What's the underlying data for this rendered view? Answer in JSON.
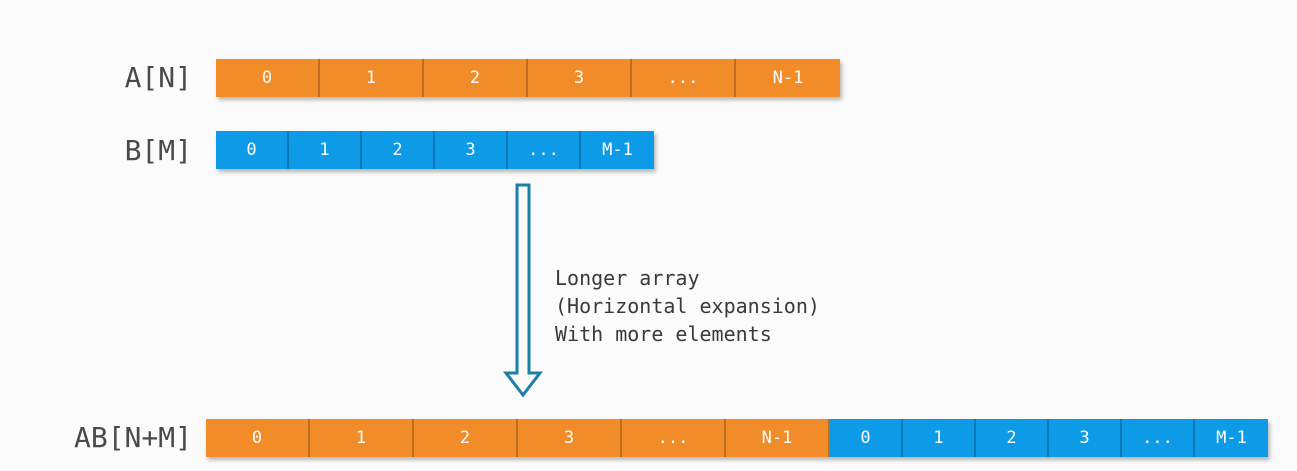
{
  "colors": {
    "array_a": "#f28c28",
    "array_b": "#0d9ae6",
    "arrow": "#1b7fa6",
    "background": "#fbfbfc"
  },
  "arrays": {
    "a": {
      "label": "A[N]",
      "cells": [
        "0",
        "1",
        "2",
        "3",
        "...",
        "N-1"
      ]
    },
    "b": {
      "label": "B[M]",
      "cells": [
        "0",
        "1",
        "2",
        "3",
        "...",
        "M-1"
      ]
    },
    "ab": {
      "label": "AB[N+M]",
      "cells_a": [
        "0",
        "1",
        "2",
        "3",
        "...",
        "N-1"
      ],
      "cells_b": [
        "0",
        "1",
        "2",
        "3",
        "...",
        "M-1"
      ]
    }
  },
  "caption": {
    "line1": "Longer array",
    "line2": "(Horizontal expansion)",
    "line3": "With more elements"
  },
  "arrow_icon": "down-arrow-icon"
}
